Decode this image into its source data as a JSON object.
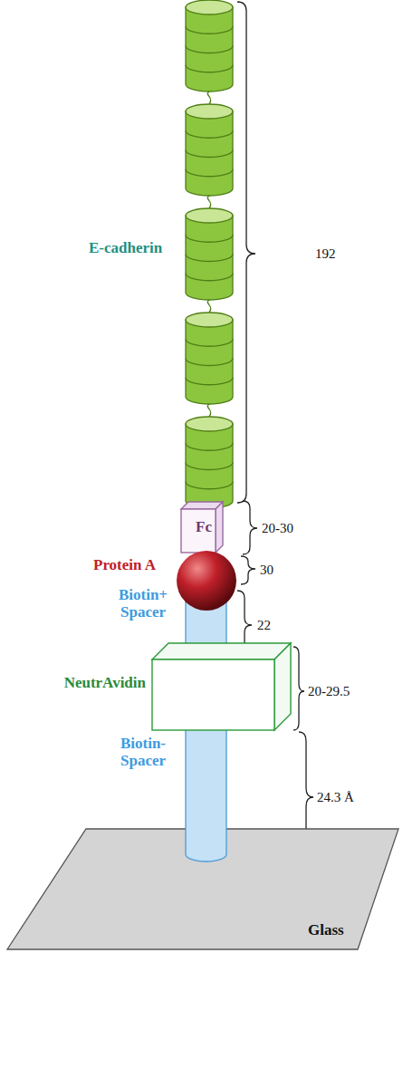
{
  "diagram": {
    "nodes": [
      {
        "text": [
          "E-cadherin"
        ]
      },
      {
        "text": [
          "Fc"
        ]
      },
      {
        "text": [
          "Protein A"
        ]
      },
      {
        "text": [
          "Biotin+ Spacer"
        ]
      },
      {
        "text": [
          "NeutrAvidin"
        ]
      },
      {
        "text": [
          "Biotin- Spacer"
        ]
      },
      {
        "text": [
          "Glass"
        ]
      }
    ],
    "labels": [
      "192",
      "20-30",
      "30",
      "22",
      "20-29.5",
      "24.3 Å"
    ]
  }
}
